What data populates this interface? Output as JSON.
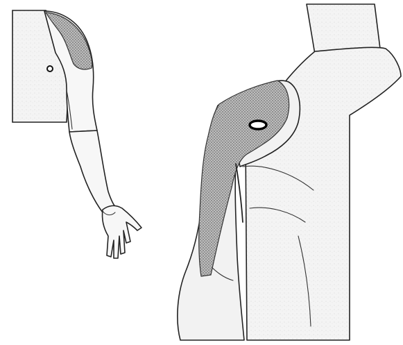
{
  "figure": {
    "kind": "referred-pain illustration",
    "views": [
      "front-arm-view",
      "side-torso-view"
    ],
    "colors": {
      "background": "#ffffff",
      "outline": "#222222",
      "skin": "#f2f2f2",
      "pain_zone": "#9a9a9a",
      "trigger_point": "#000000"
    }
  }
}
